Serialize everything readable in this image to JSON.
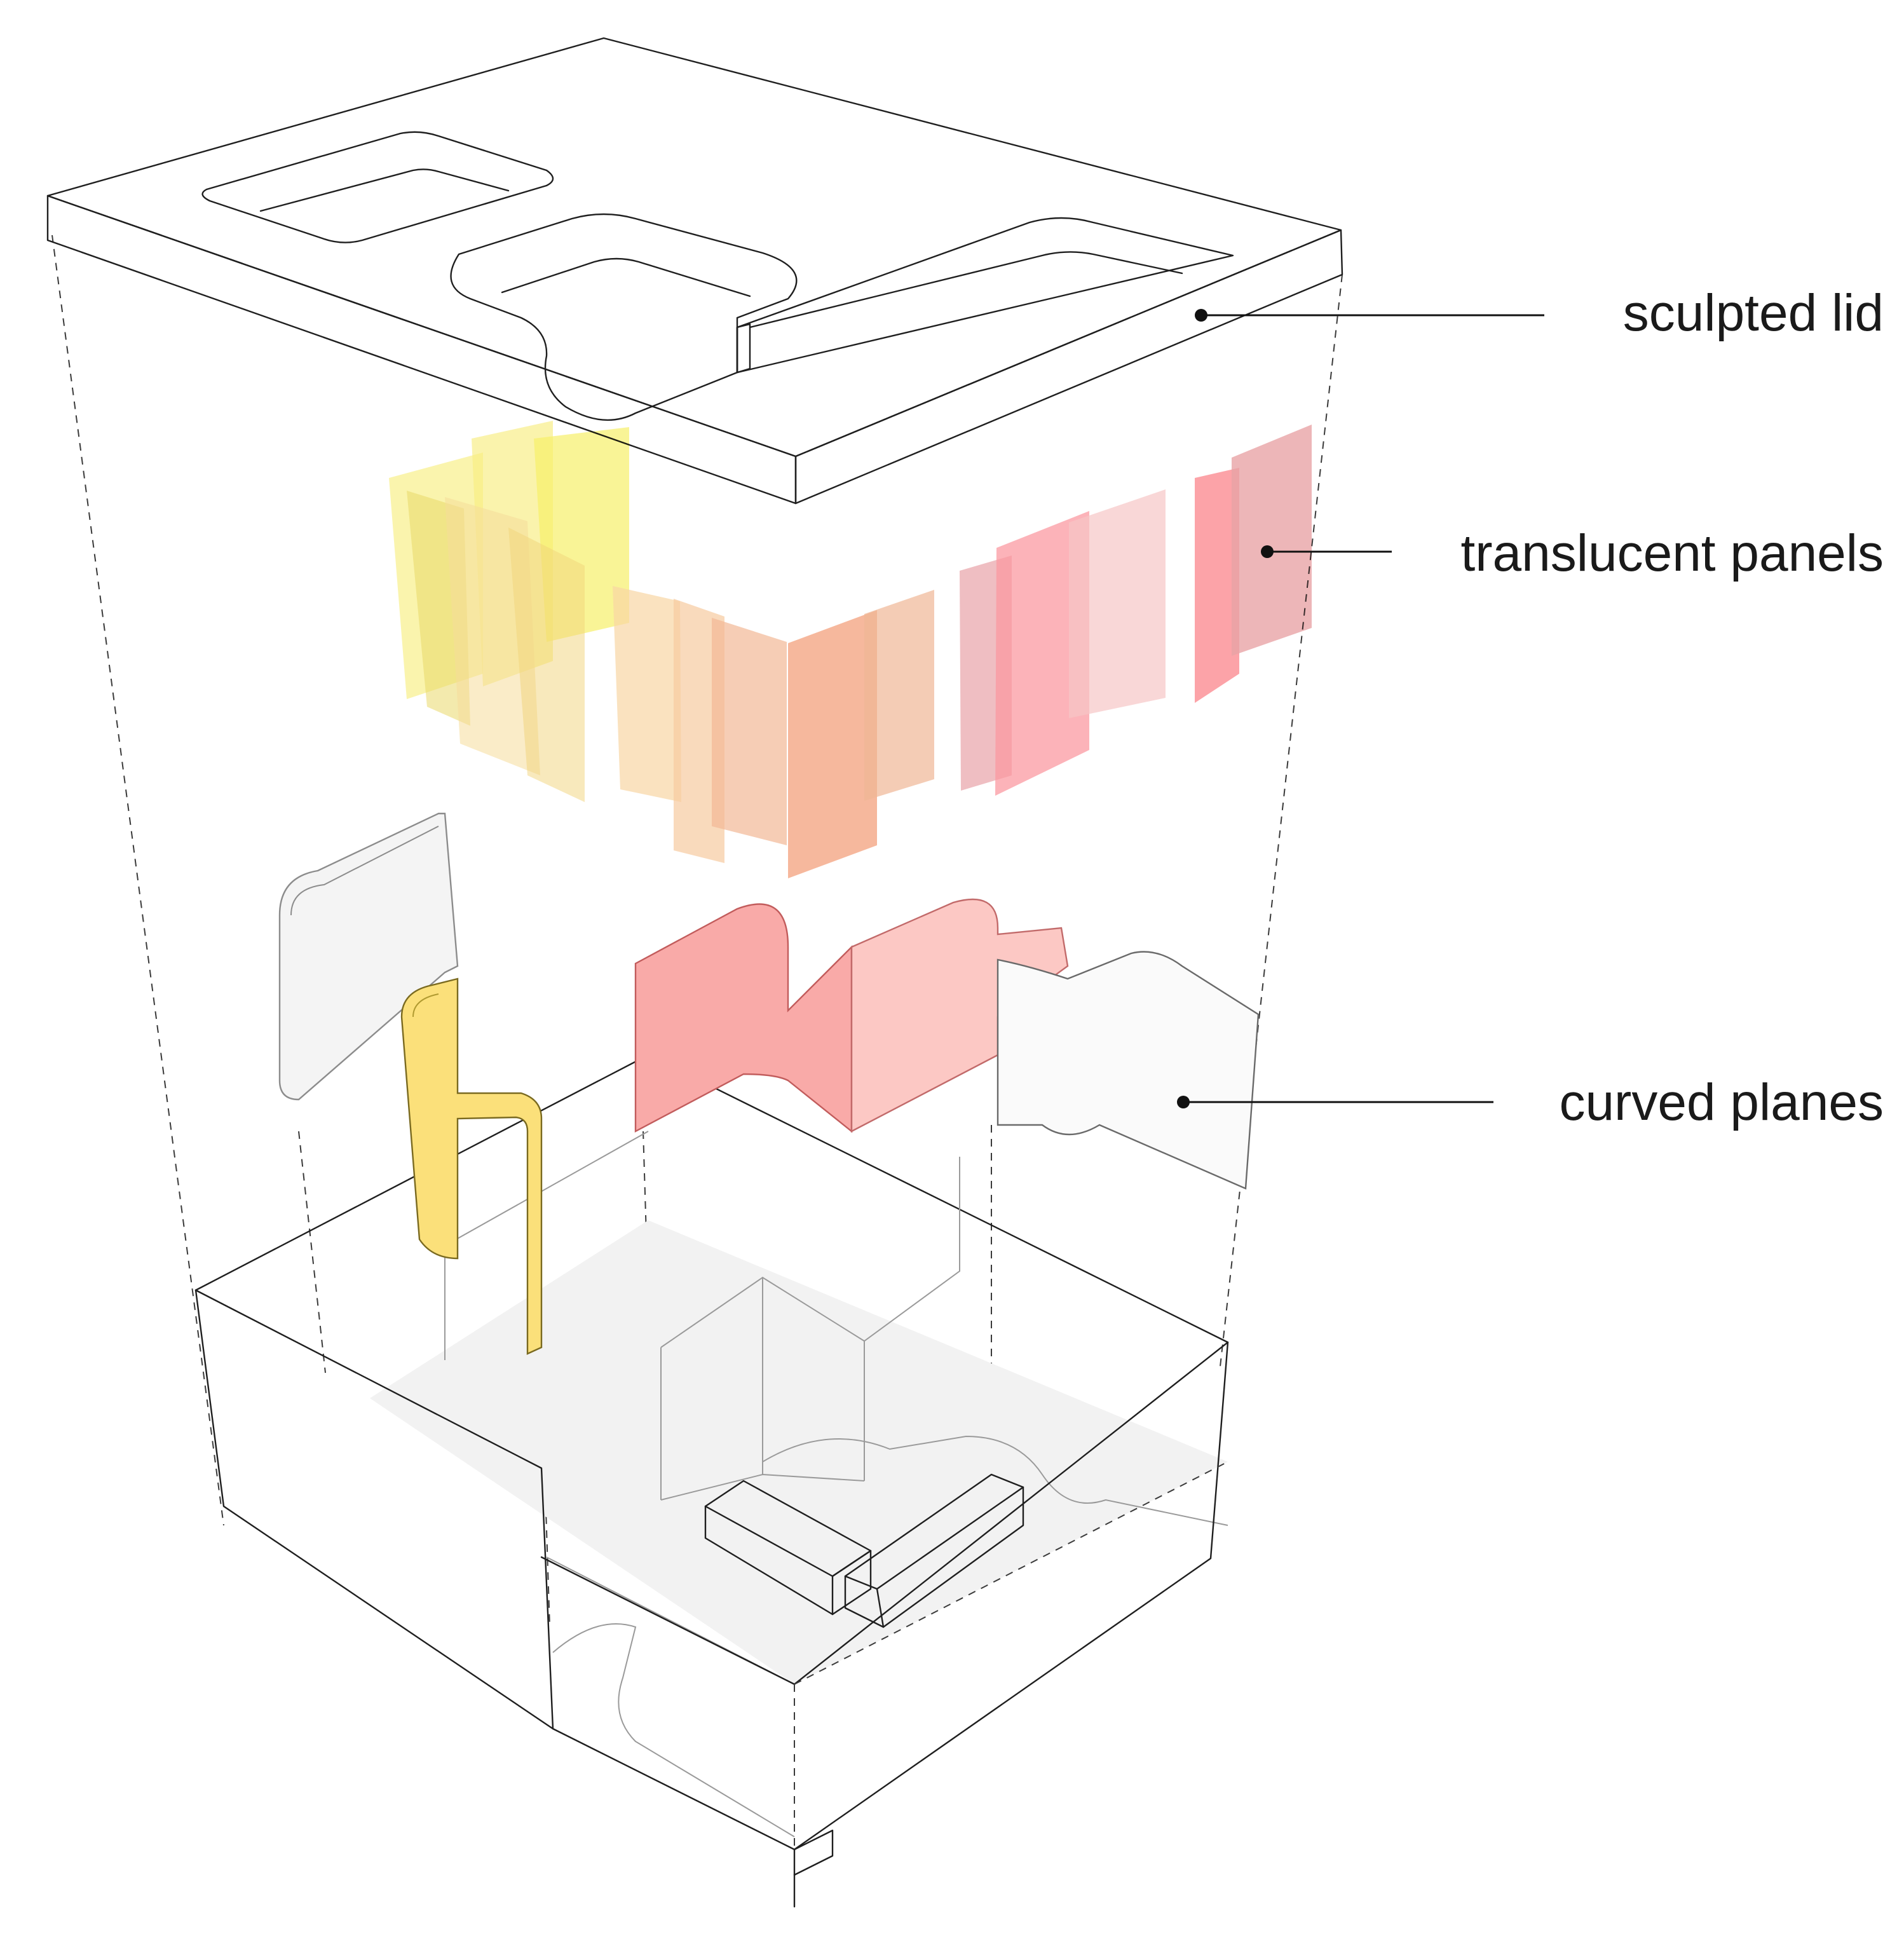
{
  "labels": {
    "lid": "sculpted lid",
    "panels": "translucent panels",
    "planes": "curved planes"
  },
  "colors": {
    "yellow_panel": "#f6ea7a",
    "peach_panel": "#f5c9a4",
    "orange_panel": "#f4a784",
    "pink_panel": "#fb9aa0",
    "light_pink_panel": "#f6c8c8",
    "yellow_plane": "#fbe07a",
    "pink_plane": "#f9aaa8",
    "light_pink_plane": "#fcc8c4",
    "lid_fill": "#f3f3f3",
    "floor_fill": "#f2f2f2"
  }
}
